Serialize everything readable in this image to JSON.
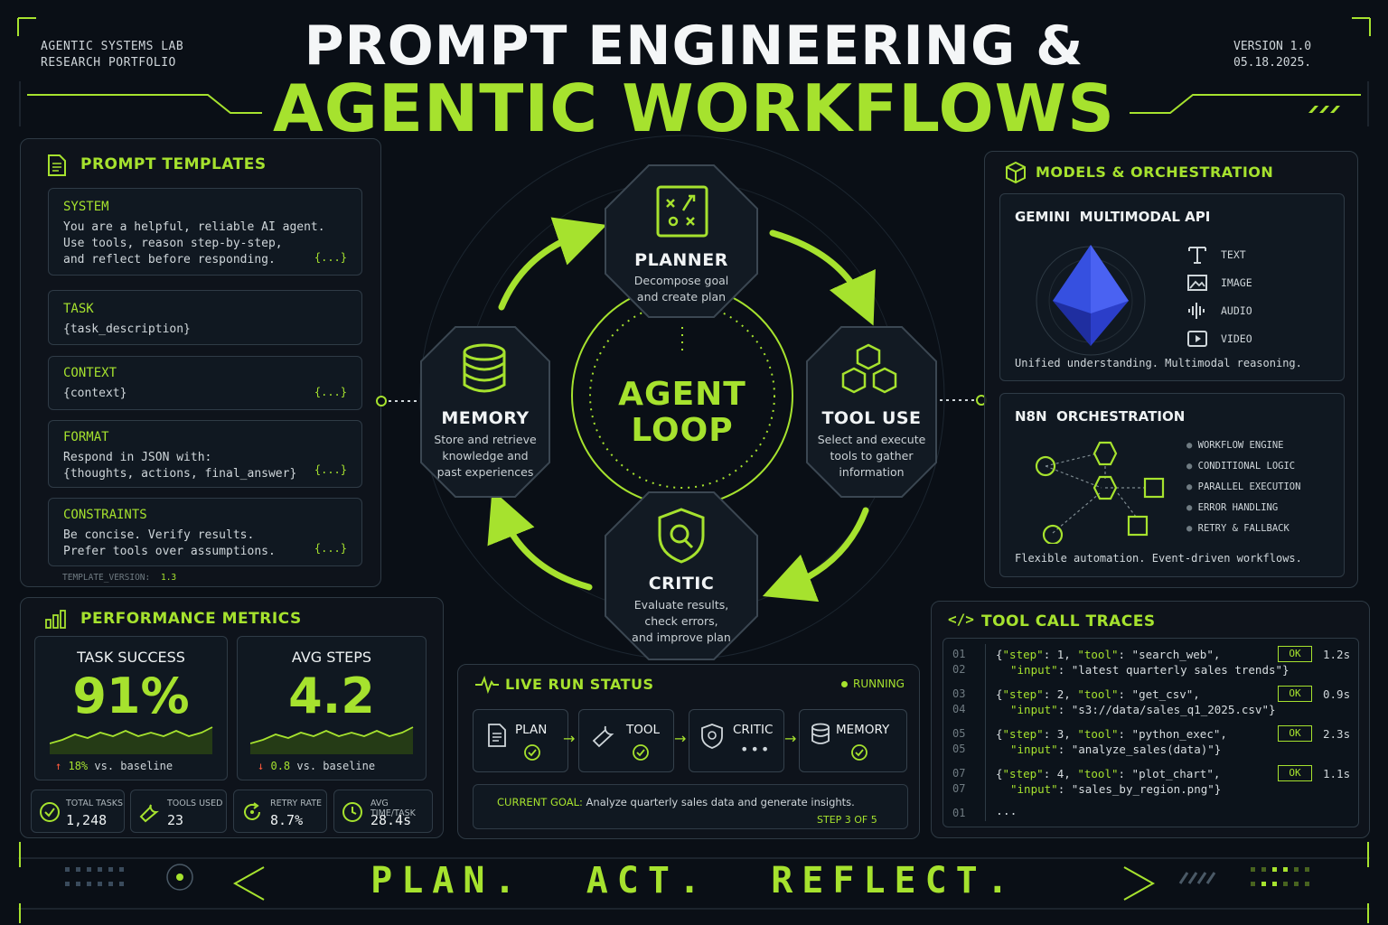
{
  "header": {
    "left_line1": "AGENTIC SYSTEMS LAB",
    "left_line2": "RESEARCH PORTFOLIO",
    "title_line1": "PROMPT ENGINEERING &",
    "title_line2": "AGENTIC WORKFLOWS",
    "version": "VERSION 1.0",
    "date": "05.18.2025."
  },
  "templates": {
    "title": "PROMPT TEMPLATES",
    "items": [
      {
        "heading": "SYSTEM",
        "body": "You are a helpful, reliable AI agent.\nUse tools, reason step-by-step,\nand reflect before responding.",
        "brace": "{...}"
      },
      {
        "heading": "TASK",
        "body": "{task_description}",
        "brace": ""
      },
      {
        "heading": "CONTEXT",
        "body": "{context}",
        "brace": "{...}"
      },
      {
        "heading": "FORMAT",
        "body": "Respond in JSON with:\n{thoughts, actions, final_answer}",
        "brace": "{...}"
      },
      {
        "heading": "CONSTRAINTS",
        "body": "Be concise. Verify results.\nPrefer tools over assumptions.",
        "brace": "{...}"
      }
    ],
    "version_label": "TEMPLATE_VERSION:",
    "version_value": "1.3"
  },
  "loop": {
    "center_line1": "AGENT",
    "center_line2": "LOOP",
    "nodes": {
      "planner": {
        "label": "PLANNER",
        "desc": "Decompose goal\nand create plan"
      },
      "tool": {
        "label": "TOOL USE",
        "desc": "Select and execute\ntools to gather\ninformation"
      },
      "critic": {
        "label": "CRITIC",
        "desc": "Evaluate results,\ncheck errors,\nand improve plan"
      },
      "memory": {
        "label": "MEMORY",
        "desc": "Store and retrieve\nknowledge and\npast experiences"
      }
    }
  },
  "models": {
    "title": "MODELS & ORCHESTRATION",
    "gemini": {
      "title": "GEMINI  MULTIMODAL API",
      "modes": [
        "TEXT",
        "IMAGE",
        "AUDIO",
        "VIDEO"
      ],
      "caption": "Unified understanding. Multimodal reasoning."
    },
    "n8n": {
      "title": "N8N  ORCHESTRATION",
      "features": [
        "WORKFLOW ENGINE",
        "CONDITIONAL LOGIC",
        "PARALLEL EXECUTION",
        "ERROR HANDLING",
        "RETRY & FALLBACK"
      ],
      "caption": "Flexible automation. Event-driven workflows."
    }
  },
  "metrics": {
    "title": "PERFORMANCE METRICS",
    "success": {
      "title": "TASK SUCCESS",
      "value": "91%",
      "delta": "18%",
      "delta_suffix": "vs. baseline",
      "arrow": "↑"
    },
    "steps": {
      "title": "AVG STEPS",
      "value": "4.2",
      "delta": "0.8",
      "delta_suffix": "vs. baseline",
      "arrow": "↓"
    },
    "small": [
      {
        "label": "TOTAL TASKS",
        "value": "1,248"
      },
      {
        "label": "TOOLS USED",
        "value": "23"
      },
      {
        "label": "RETRY RATE",
        "value": "8.7%"
      },
      {
        "label": "AVG TIME/TASK",
        "value": "28.4s"
      }
    ]
  },
  "live": {
    "title": "LIVE RUN STATUS",
    "status": "RUNNING",
    "steps": [
      "PLAN",
      "TOOL",
      "CRITIC",
      "MEMORY"
    ],
    "goal_label": "CURRENT GOAL:",
    "goal": "Analyze quarterly sales data and generate insights.",
    "step_text": "STEP 3 OF 5"
  },
  "traces": {
    "title": "TOOL CALL TRACES",
    "rows": [
      {
        "n1": "01",
        "n2": "02",
        "step": "1",
        "tool": "search_web",
        "input": "latest quarterly sales trends",
        "status": "OK",
        "time": "1.2s"
      },
      {
        "n1": "03",
        "n2": "04",
        "step": "2",
        "tool": "get_csv",
        "input": "s3://data/sales_q1_2025.csv",
        "status": "OK",
        "time": "0.9s"
      },
      {
        "n1": "05",
        "n2": "05",
        "step": "3",
        "tool": "python_exec",
        "input": "analyze_sales(data)",
        "status": "OK",
        "time": "2.3s"
      },
      {
        "n1": "07",
        "n2": "07",
        "step": "4",
        "tool": "plot_chart",
        "input": "sales_by_region.png",
        "status": "OK",
        "time": "1.1s"
      }
    ],
    "last_n": "01",
    "ellipsis": "..."
  },
  "footer": {
    "tagline": "PLAN.  ACT.  REFLECT."
  },
  "colors": {
    "accent": "#a6e22e",
    "background": "#0a0f16",
    "panel": "#0e141c"
  }
}
